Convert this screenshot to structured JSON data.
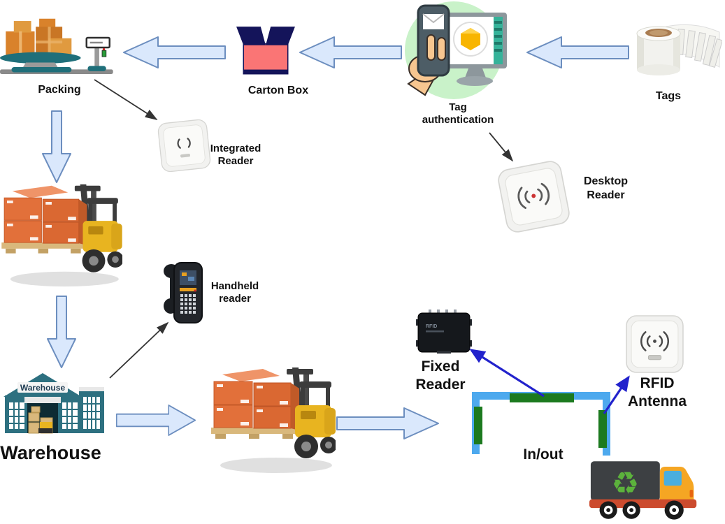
{
  "diagram": {
    "subject": "RFID warehouse logistics workflow"
  },
  "nodes": {
    "packing": {
      "label": "Packing"
    },
    "carton_box": {
      "label": "Carton Box"
    },
    "tag_authentication": {
      "label": "Tag\nauthentication"
    },
    "tags": {
      "label": "Tags"
    },
    "integrated_reader": {
      "label": "Integrated\nReader"
    },
    "desktop_reader": {
      "label": "Desktop\nReader"
    },
    "handheld_reader": {
      "label": "Handheld\nreader"
    },
    "warehouse": {
      "label": "Warehouse",
      "sign_text": "Warehouse"
    },
    "fixed_reader": {
      "label": "Fixed\nReader",
      "device_text": "RFID"
    },
    "rfid_antenna": {
      "label": "RFID\nAntenna"
    },
    "gate": {
      "label": "In/out"
    }
  },
  "edges": [
    "tags -> tag_authentication",
    "tag_authentication -> carton_box",
    "carton_box -> packing",
    "packing -> integrated_reader",
    "tag_authentication -> desktop_reader",
    "packing -> loaded_forklift",
    "loaded_forklift -> warehouse",
    "warehouse -> handheld_reader",
    "warehouse -> outbound_forklift",
    "outbound_forklift -> in_out_gate",
    "gate -> fixed_reader",
    "gate -> rfid_antenna"
  ],
  "icons": {
    "recycle_glyph": "♻"
  },
  "colors": {
    "flow_arrow_fill": "#dae8fc",
    "flow_arrow_stroke": "#6c8ebf",
    "pointer_arrow_blue": "#2222cc",
    "pointer_arrow_black": "#333333",
    "gate_frame_blue": "#4da9ee",
    "gate_antenna_green": "#1c7a1f",
    "carton_flaps_navy": "#14145a",
    "carton_body_salmon": "#fa7575",
    "auth_circle_green": "#c9f2c9",
    "box_orange": "#e2703a",
    "forklift_yellow": "#e8b420",
    "warehouse_teal": "#2d7080",
    "reader_white": "#f2f2f0",
    "truck_cab_orange": "#f5a623",
    "recycle_green": "#5cb23c"
  }
}
